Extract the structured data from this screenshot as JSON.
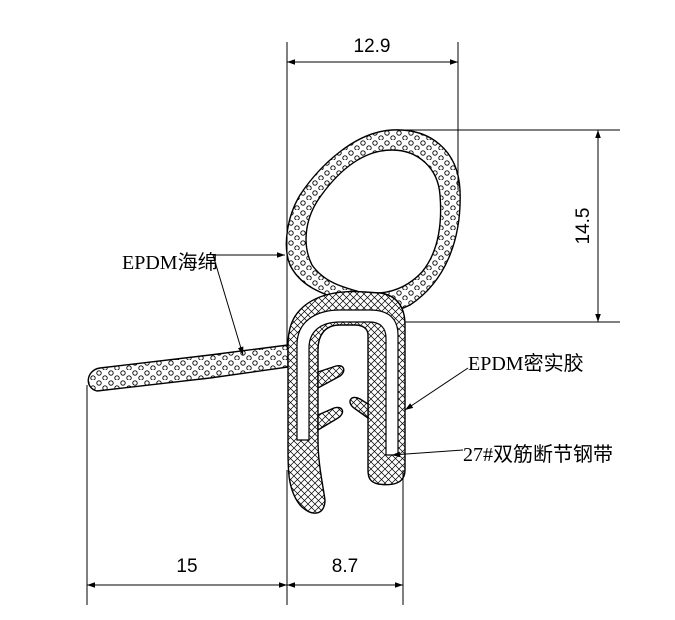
{
  "dimensions": {
    "top_width": "12.9",
    "right_height": "14.5",
    "bottom_left_width": "15",
    "bottom_right_width": "8.7"
  },
  "labels": {
    "sponge": "EPDM海绵",
    "solid": "EPDM密实胶",
    "steel": "27#双筋断节钢带"
  }
}
